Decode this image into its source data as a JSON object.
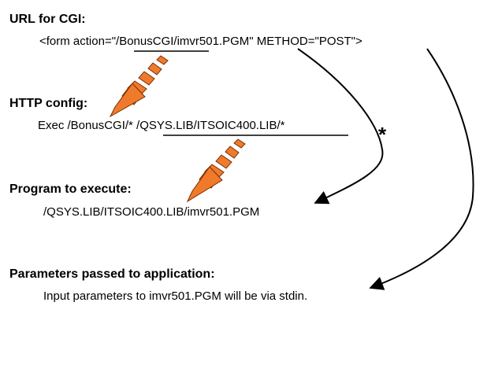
{
  "sections": {
    "url_heading": "URL for CGI:",
    "url_code": "<form action=\"/BonusCGI/imvr501.PGM\" METHOD=\"POST\">",
    "http_heading": "HTTP config:",
    "http_code": "Exec  /BonusCGI/*  /QSYS.LIB/ITSOIC400.LIB/*",
    "program_heading": "Program to execute:",
    "program_path": "/QSYS.LIB/ITSOIC400.LIB/imvr501.PGM",
    "params_heading": "Parameters passed to application:",
    "params_text": "Input parameters to imvr501.PGM will be via stdin."
  },
  "annotation": {
    "star": "*"
  },
  "colors": {
    "arrow_fill": "#f07a2c",
    "arrow_stroke": "#7a2f00",
    "line": "#000000"
  }
}
